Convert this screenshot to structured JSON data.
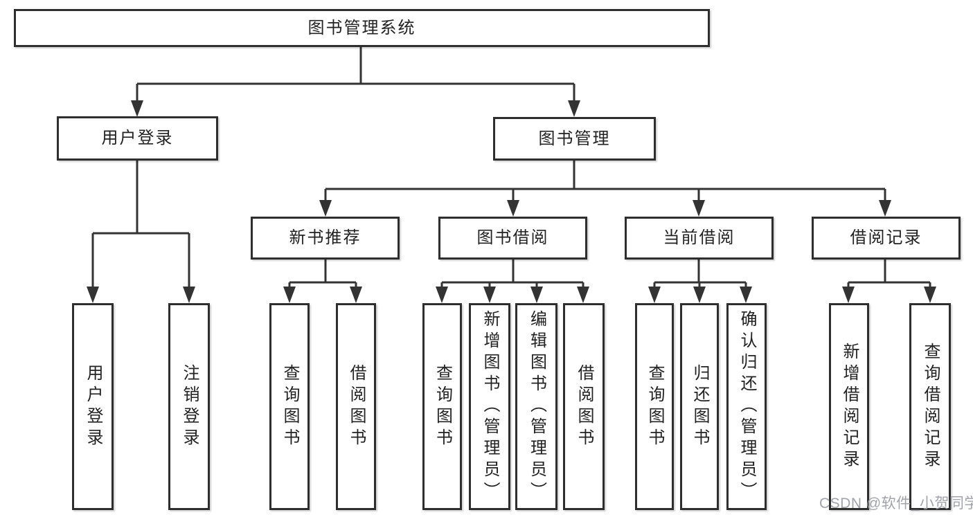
{
  "diagram": {
    "root": "图书管理系统",
    "level2": {
      "user_login": "用户登录",
      "book_management": "图书管理"
    },
    "level3": {
      "new_book_recommendation": "新书推荐",
      "book_borrowing": "图书借阅",
      "current_borrowing": "当前借阅",
      "borrowing_records": "借阅记录"
    },
    "leaves": {
      "user_login": "用户登录",
      "logout": "注销登录",
      "recommend_query_books": "查询图书",
      "recommend_borrow_books": "借阅图书",
      "borrow_query_books": "查询图书",
      "borrow_add_books": "新增图书（管理员）",
      "borrow_edit_books": "编辑图书（管理员）",
      "borrow_borrow_books": "借阅图书",
      "current_query_books": "查询图书",
      "current_return_books": "归还图书",
      "current_confirm_return": "确认归还（管理员）",
      "records_add_record": "新增借阅记录",
      "records_query_record": "查询借阅记录"
    }
  },
  "colors": {
    "line": "#333333",
    "box_border": "#2e2e2e",
    "text": "#222222",
    "watermark": "#989ca3"
  },
  "watermark": "CSDN @软件_小贺同学"
}
